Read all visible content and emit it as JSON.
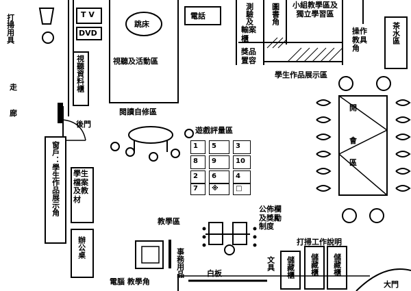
{
  "labels": {
    "cleaning_tools": "打掃用具",
    "corridor_1": "走",
    "corridor_2": "廊",
    "tv": "T V",
    "dvd": "DVD",
    "jump_bed": "跳床",
    "telephone_top": "電話",
    "av_materials_cabinet": "視聽資料櫃",
    "av_area": "視聽及活動區",
    "measurement": "測驗及",
    "library_corner": "圖書角",
    "group_self_study": "小組教學區及獨立學習區",
    "teaching_cabinet": "輸案櫃",
    "reward_box": "獎品置容",
    "tea_area": "茶水區",
    "operation_corner": "操作教具角",
    "student_work_display_top": "學生作品展示區",
    "reading_area": "閱讀自修區",
    "meeting_area": [
      "開",
      "會",
      "區"
    ],
    "back_door": "後門",
    "game_area": "遊戲評量區",
    "window": "窗戶：學生作品展示角",
    "student_cabinet": "學生檔案及教材",
    "office_desk": "辦公桌",
    "teaching_area": "教學區",
    "posting_rules": "公佈欄及獎勵制度",
    "cleaning_instructions": "打掃工作說明",
    "office_supplies": "事務用品",
    "whiteboard": "白板",
    "stationery": "文具",
    "storage_1": "儲藏櫃",
    "storage_2": "儲藏櫃",
    "storage_3": "儲藏櫃",
    "computer_teaching_corner": "電腦 教學角",
    "main_door": "大門"
  },
  "game_grid": [
    "1",
    "5",
    "3",
    "8",
    "9",
    "10",
    "2",
    "6",
    "4",
    "7",
    "※",
    "□"
  ]
}
